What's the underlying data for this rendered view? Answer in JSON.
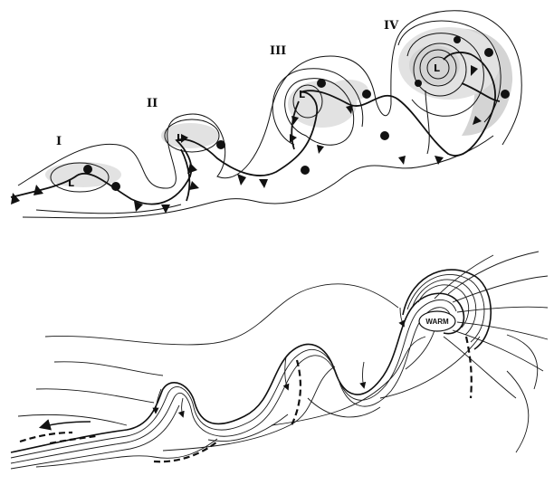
{
  "stages": [
    {
      "numeral": "I",
      "low": "L"
    },
    {
      "numeral": "II",
      "low": "L"
    },
    {
      "numeral": "III",
      "low": "L"
    },
    {
      "numeral": "IV",
      "low": "L"
    }
  ],
  "lower_panel": {
    "warm_label": "WARM"
  }
}
